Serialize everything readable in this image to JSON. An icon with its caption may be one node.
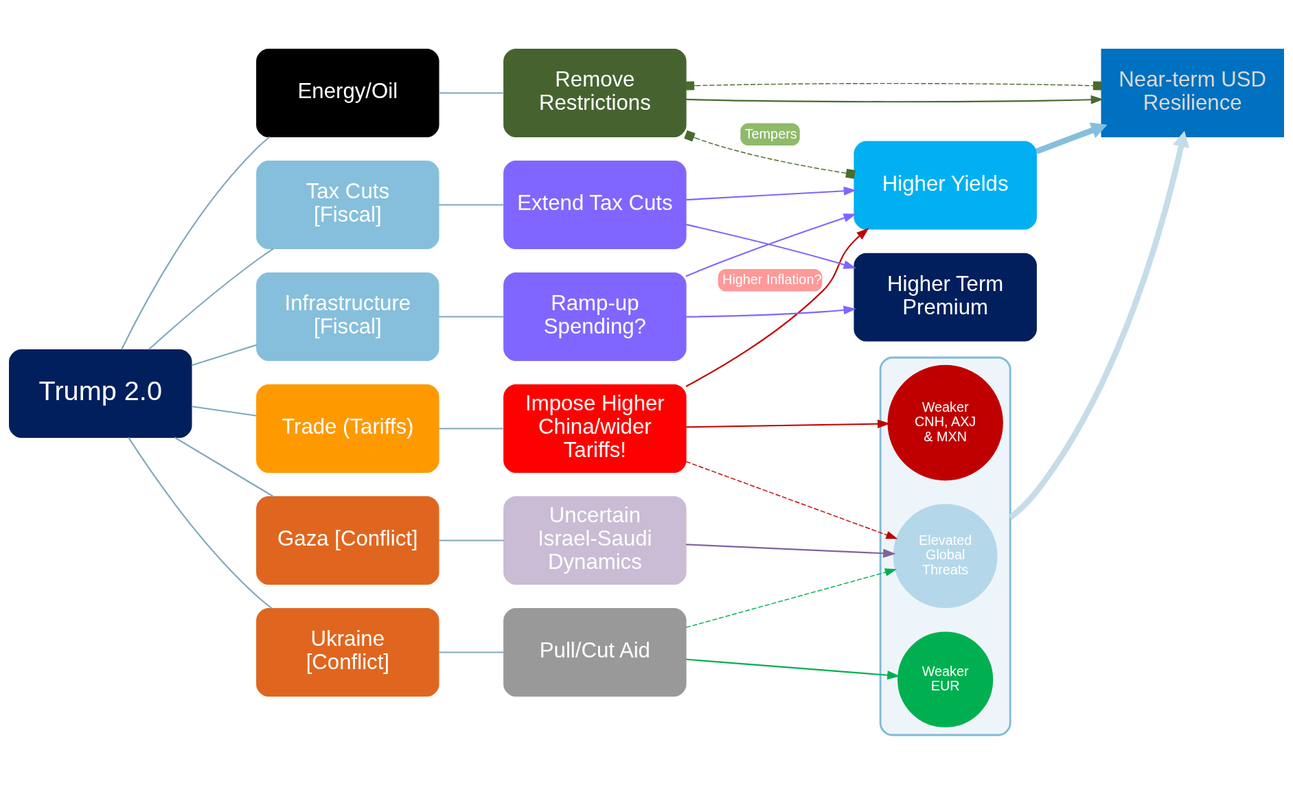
{
  "diagram": {
    "nodes": [
      {
        "text": [
          "Trump 2.0"
        ]
      },
      {
        "text": [
          "Trade (Tariffs)"
        ]
      },
      {
        "text": [
          "Ukraine [Conflict]"
        ]
      },
      {
        "text": [
          "Gaza [Conflict]"
        ]
      },
      {
        "text": [
          "Energy/Oil"
        ]
      },
      {
        "text": [
          "Infrastructure [Fiscal]"
        ]
      },
      {
        "text": [
          "Tax Cuts [Fiscal]"
        ]
      },
      {
        "text": [
          "Impose Higher China/wider Tariffs!"
        ]
      },
      {
        "text": [
          "Pull/Cut Aid"
        ]
      },
      {
        "text": [
          "Uncertain Israel-Saudi Dynamics"
        ]
      },
      {
        "text": [
          "Remove Restrictions"
        ]
      },
      {
        "text": [
          "Ramp-up Spending?"
        ]
      },
      {
        "text": [
          "Extend Tax Cuts"
        ]
      },
      {
        "text": [],
        "shape": "funnel"
      },
      {
        "text": [
          "Weaker EUR"
        ],
        "in": 13
      },
      {
        "text": [
          "Weaker CNH, AXJ & MXN"
        ],
        "in": 13
      },
      {
        "text": [
          "Elevated Global Threats"
        ],
        "in": 13
      },
      {
        "text": [
          "Near-term USD Resilience"
        ]
      },
      {
        "text": [
          "Higher Yields"
        ]
      },
      {
        "text": [
          "Higher Term Premium"
        ]
      }
    ],
    "edges": [
      {
        "from": 0,
        "to": 1,
        "arrow": "none"
      },
      {
        "from": 0,
        "to": 2,
        "arrow": "none"
      },
      {
        "from": 0,
        "to": 3,
        "arrow": "none"
      },
      {
        "from": 0,
        "to": 4,
        "arrow": "none"
      },
      {
        "from": 0,
        "to": 5,
        "arrow": "none"
      },
      {
        "from": 0,
        "to": 6,
        "arrow": "none"
      },
      {
        "from": 1,
        "to": 7,
        "arrow": "none"
      },
      {
        "from": 2,
        "to": 8,
        "arrow": "none"
      },
      {
        "from": 3,
        "to": 9,
        "arrow": "none"
      },
      {
        "from": 4,
        "to": 10,
        "arrow": "none"
      },
      {
        "from": 5,
        "to": 11,
        "arrow": "none"
      },
      {
        "from": 6,
        "to": 12,
        "arrow": "none"
      },
      {
        "from": 7,
        "to": 15,
        "arrow": "to",
        "color": "#c00000"
      },
      {
        "from": 7,
        "to": 16,
        "arrow": "to",
        "style": "dashed",
        "color": "#c00000"
      },
      {
        "from": 8,
        "to": 14,
        "arrow": "to",
        "color": "#00b050"
      },
      {
        "from": 8,
        "to": 16,
        "arrow": "to",
        "style": "dashed",
        "color": "#00b050"
      },
      {
        "from": 9,
        "to": 16,
        "arrow": "to",
        "color": "#7f6499"
      },
      {
        "from": 7,
        "to": 18,
        "arrow": "to",
        "label": "Higher Inflation?",
        "color": "#c00000"
      },
      {
        "from": 10,
        "to": 17,
        "arrow": "to",
        "color": "#4a6b2e"
      },
      {
        "from": 10,
        "to": 17,
        "arrow": "other",
        "style": "dashed",
        "color": "#4a6b2e"
      },
      {
        "from": 10,
        "to": 18,
        "arrow": "other",
        "style": "dashed",
        "label": "Tempers",
        "color": "#4a6b2e"
      },
      {
        "from": 11,
        "to": 18,
        "arrow": "to",
        "color": "#7f66ff"
      },
      {
        "from": 11,
        "to": 19,
        "arrow": "to",
        "color": "#7f66ff"
      },
      {
        "from": 12,
        "to": 18,
        "arrow": "to",
        "color": "#7f66ff"
      },
      {
        "from": 12,
        "to": 19,
        "arrow": "to",
        "color": "#7f66ff"
      },
      {
        "from": 13,
        "to": 17,
        "arrow": "to",
        "style": "thick",
        "color": "#c5dce9"
      },
      {
        "from": 18,
        "to": 17,
        "arrow": "to",
        "style": "thick",
        "color": "#86bfdb"
      }
    ]
  }
}
